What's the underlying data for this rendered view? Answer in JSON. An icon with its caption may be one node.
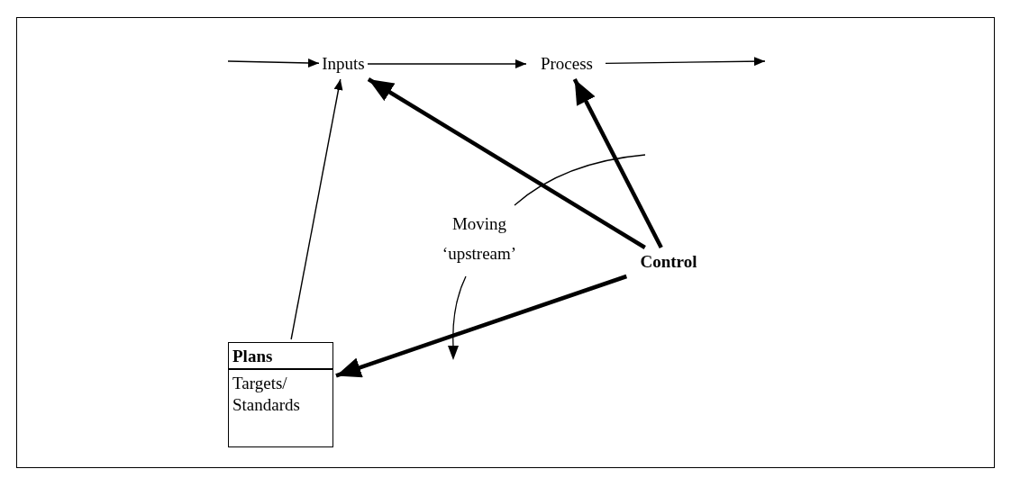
{
  "diagram": {
    "nodes": [
      {
        "text": [
          "Inputs"
        ]
      },
      {
        "text": [
          "Process"
        ]
      },
      {
        "text": [
          "Control"
        ]
      },
      {
        "text": [
          "Plans",
          "Targets/ Standards"
        ]
      }
    ],
    "edges": [
      {
        "from": null,
        "to": 0,
        "arrow": "to"
      },
      {
        "from": 0,
        "to": 1,
        "arrow": "to"
      },
      {
        "from": 1,
        "to": null,
        "arrow": "to"
      },
      {
        "from": 3,
        "to": 0,
        "arrow": "to"
      },
      {
        "from": 2,
        "to": 0,
        "arrow": "to",
        "style": "thick"
      },
      {
        "from": 2,
        "to": 1,
        "arrow": "to",
        "style": "thick"
      },
      {
        "from": 2,
        "to": 3,
        "arrow": "to",
        "style": "thick"
      }
    ],
    "labels": [
      "Moving ‘upstream’"
    ]
  }
}
